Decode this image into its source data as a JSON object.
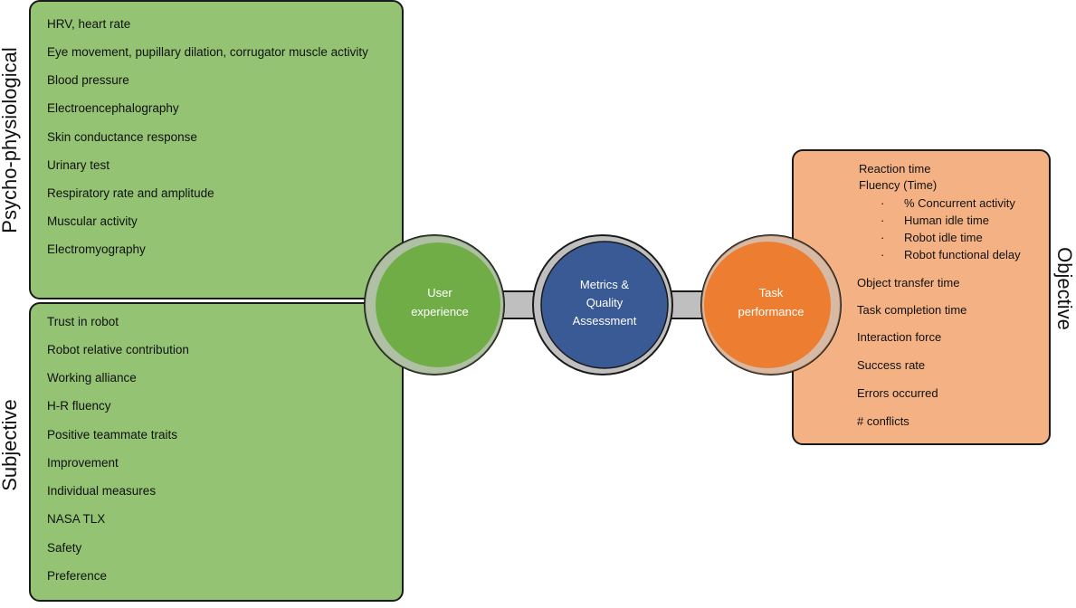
{
  "labels": {
    "psycho": "Psycho-physiological",
    "subjective": "Subjective",
    "objective": "Objective"
  },
  "psycho_items": [
    "HRV, heart rate",
    "Eye movement, pupillary dilation, corrugator muscle activity",
    "Blood pressure",
    "Electroencephalography",
    "Skin conductance response",
    "Urinary test",
    "Respiratory rate and amplitude",
    "Muscular activity",
    "Electromyography"
  ],
  "subjective_items": [
    "Trust in robot",
    "Robot relative contribution",
    "Working alliance",
    "H-R fluency",
    "Positive teammate traits",
    "Improvement",
    "Individual measures",
    "NASA TLX",
    "Safety",
    "Preference"
  ],
  "hub": {
    "user_experience": [
      "User",
      "experience"
    ],
    "metrics": [
      "Metrics &",
      "Quality",
      "Assessment"
    ],
    "task_performance": [
      "Task",
      "performance"
    ]
  },
  "objective": {
    "top_items": [
      "Reaction time",
      "Fluency (Time)"
    ],
    "fluency_bullet": "·",
    "fluency_sub_items": [
      "% Concurrent activity",
      "Human idle time",
      "Robot idle time",
      "Robot functional delay"
    ],
    "items": [
      "Object transfer time",
      "Task completion time",
      "Interaction force",
      "Success rate",
      "Errors occurred",
      "# conflicts"
    ]
  },
  "colors": {
    "green_box": "#93c373",
    "green_circle": "#70ad47",
    "blue_circle": "#3a5a96",
    "orange_circle": "#ed7d31",
    "orange_box": "#f4b183",
    "ring_grey": "#bfbfbf"
  }
}
